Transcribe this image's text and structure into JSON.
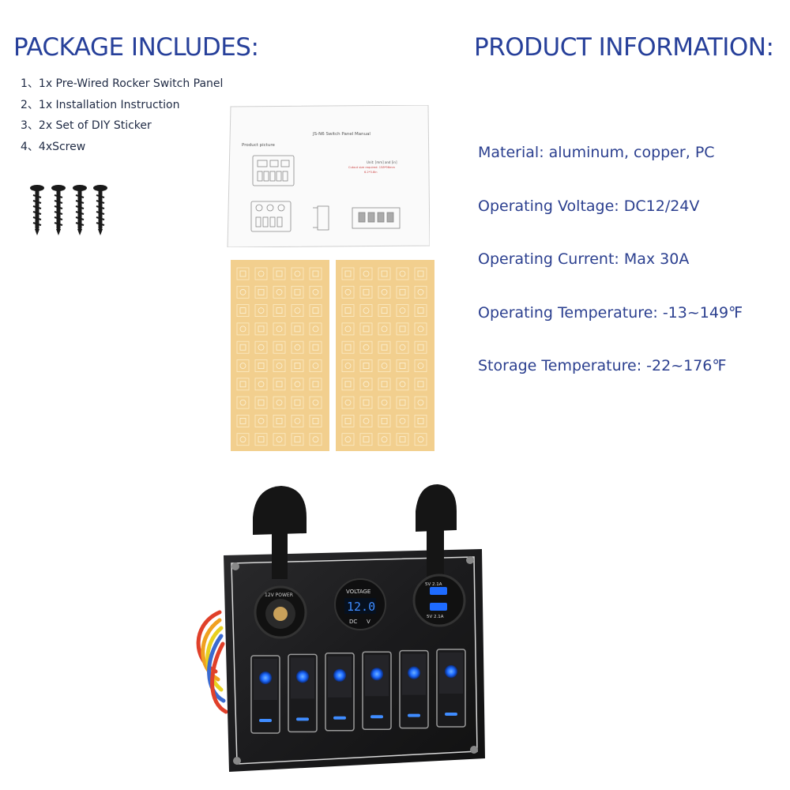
{
  "package_includes": {
    "heading": "PACKAGE INCLUDES:",
    "items": [
      "1、1x Pre-Wired Rocker Switch Panel",
      "2、1x Installation Instruction",
      "3、2x Set of DIY Sticker",
      "4、4xScrew"
    ]
  },
  "product_information": {
    "heading": "PRODUCT INFORMATION:",
    "specs": [
      "Material: aluminum, copper, PC",
      "Operating Voltage: DC12/24V",
      "Operating Current: Max 30A",
      "Operating Temperature: -13~149℉",
      "Storage Temperature: -22~176℉"
    ]
  },
  "manual_sheet": {
    "title": "JS-N6 Switch Panel Manual",
    "section": "Product picture",
    "unit_label": "Unit: [mm] and [in]",
    "cutout_label": "Cutout size required: 158*96mm",
    "cutout_in": "6.2*3.8in"
  },
  "switch_panel": {
    "socket_ring_text": "12V POWER",
    "voltmeter_label": "VOLTAGE",
    "voltmeter_reading": "12.0",
    "voltmeter_unit_dc": "DC",
    "voltmeter_unit_v": "V",
    "usb_top_label": "5V 2.1A",
    "usb_bottom_label": "5V 2.1A",
    "rocker_count": 6
  },
  "colors": {
    "heading_blue": "#27409a",
    "spec_blue": "#2b3f8f",
    "panel_black": "#1b1b1d",
    "led_blue": "#1e6bff",
    "sticker_gold": "#f2cf8e"
  }
}
